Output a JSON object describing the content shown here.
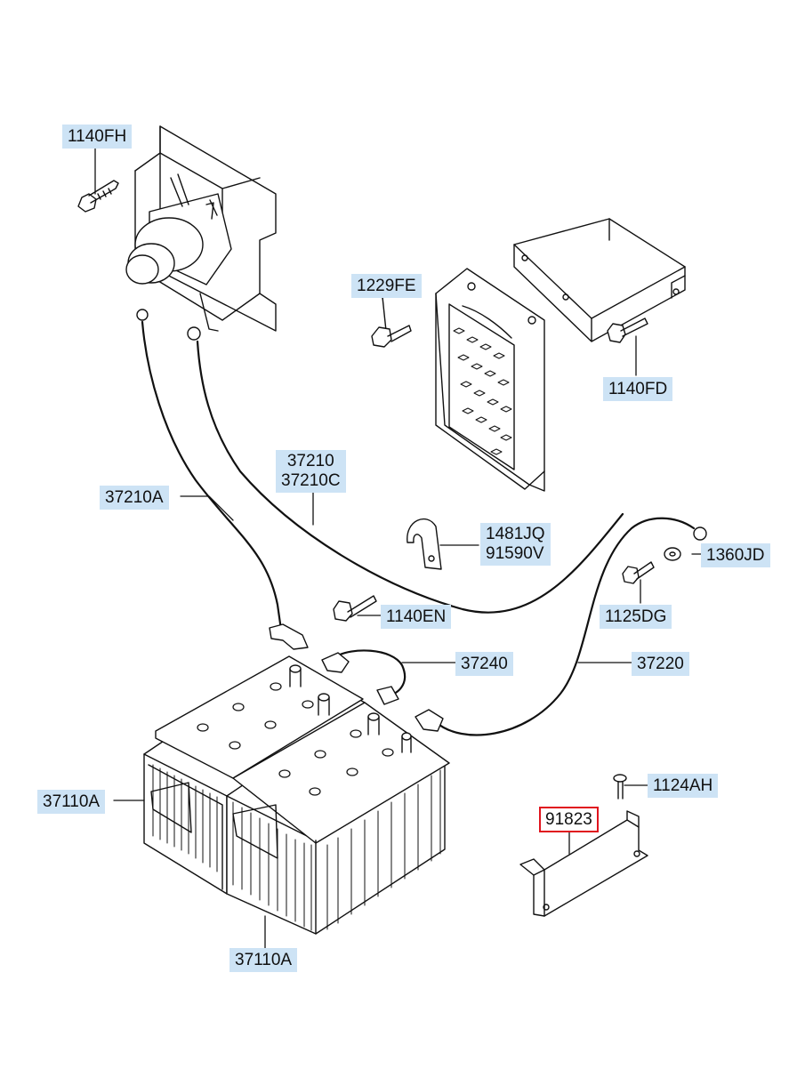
{
  "parts": [
    {
      "id": "1140FH",
      "text": "1140FH"
    },
    {
      "id": "1229FE",
      "text": "1229FE"
    },
    {
      "id": "1140FD",
      "text": "1140FD"
    },
    {
      "id": "37210",
      "lines": [
        "37210",
        "37210C"
      ]
    },
    {
      "id": "37210A",
      "text": "37210A"
    },
    {
      "id": "1481JQ",
      "lines": [
        "1481JQ",
        "91590V"
      ]
    },
    {
      "id": "1360JD",
      "text": "1360JD"
    },
    {
      "id": "1140EN",
      "text": "1140EN"
    },
    {
      "id": "1125DG",
      "text": "1125DG"
    },
    {
      "id": "37240",
      "text": "37240"
    },
    {
      "id": "37220",
      "text": "37220"
    },
    {
      "id": "1124AH",
      "text": "1124AH"
    },
    {
      "id": "91823",
      "text": "91823",
      "highlighted": true
    },
    {
      "id": "37110A-left",
      "text": "37110A"
    },
    {
      "id": "37110A-bottom",
      "text": "37110A"
    }
  ],
  "colors": {
    "label_bg": "#cde3f5",
    "highlight_border": "#e0141e",
    "line": "#111111"
  }
}
